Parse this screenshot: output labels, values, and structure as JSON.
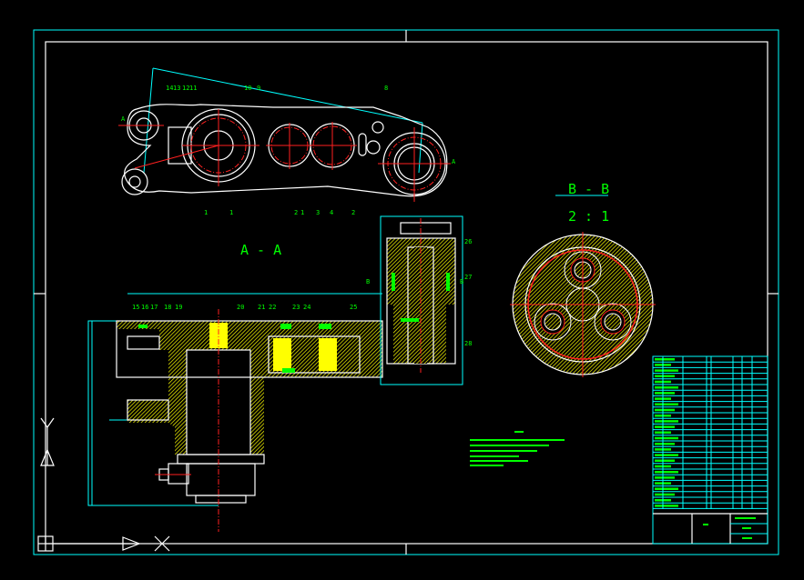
{
  "drawing": {
    "section_aa_title": "A - A",
    "section_bb_title": "B - B",
    "section_bb_scale": "2 : 1",
    "top_view_part_labels": [
      "14",
      "13",
      "12",
      "11",
      "10",
      "9",
      "8",
      "1",
      "1",
      "2",
      "1",
      "3",
      "4",
      "2"
    ],
    "section_aa_part_labels": [
      "15",
      "16",
      "17",
      "18",
      "19",
      "20",
      "21",
      "22",
      "23",
      "24",
      "25",
      "26",
      "27",
      "28"
    ],
    "view_marker": "A",
    "section_marker": "B"
  },
  "colors": {
    "frame": "#00ffff",
    "outline": "#ffffff",
    "centerline": "#ff2020",
    "text": "#00ff00",
    "hatch": "#ffff00"
  }
}
